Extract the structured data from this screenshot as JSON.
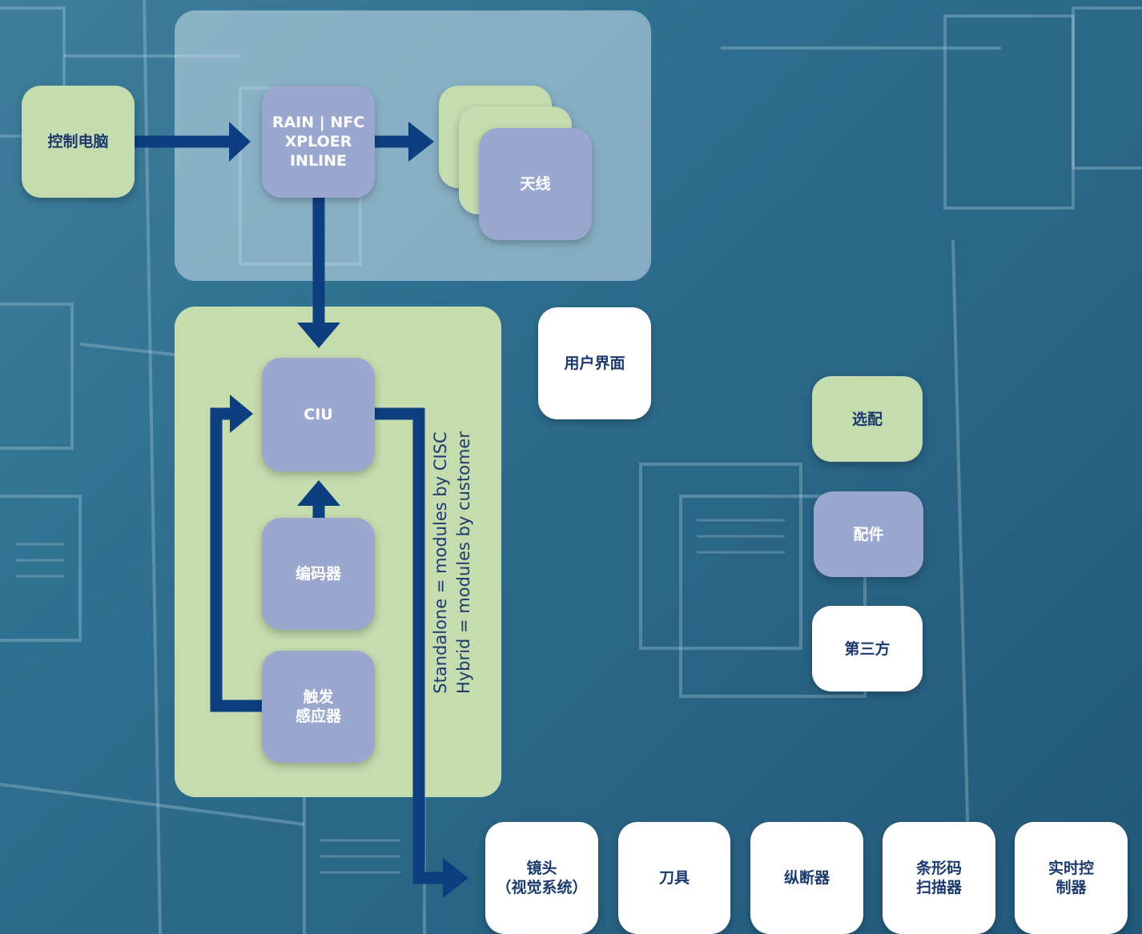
{
  "diagram": {
    "control_pc": "控制电脑",
    "reader": "RAIN | NFC\nXPLOER\nINLINE",
    "antenna": "天线",
    "ciu": "CIU",
    "encoder": "编码器",
    "trigger_sensor": "触发\n感应器",
    "note_line1": "Standalone = modules by CISC",
    "note_line2": "Hybrid = modules by customer",
    "user_interface": "用户界面",
    "peripherals": [
      "镜头\n（视觉系统）",
      "刀具",
      "纵断器",
      "条形码\n扫描器",
      "实时控\n制器"
    ]
  },
  "legend": {
    "optional": "选配",
    "accessory": "配件",
    "third_party": "第三方"
  },
  "colors": {
    "optional": "#c5dcae",
    "accessory": "#9aa8cf",
    "third_party": "#ffffff",
    "arrow": "#0d3f80",
    "text": "#1c3a6e"
  }
}
